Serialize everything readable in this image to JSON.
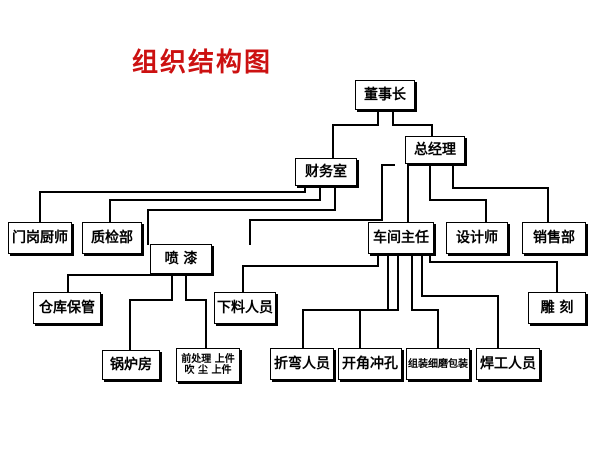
{
  "title": "组织结构图",
  "nodes": {
    "chairman": "董事长",
    "general_manager": "总经理",
    "finance": "财务室",
    "gate_kitchen": "门岗厨师",
    "quality": "质检部",
    "painting": "喷  漆",
    "workshop_director": "车间主任",
    "designer": "设计师",
    "sales": "销售部",
    "warehouse": "仓库保管",
    "cutting": "下料人员",
    "engraving": "雕  刻",
    "boiler": "锅炉房",
    "pretreatment": "前处理 上件\n吹  尘 上件",
    "bending": "折弯人员",
    "punching": "开角冲孔",
    "assembly": "组装细磨包装",
    "welding": "焊工人员"
  }
}
